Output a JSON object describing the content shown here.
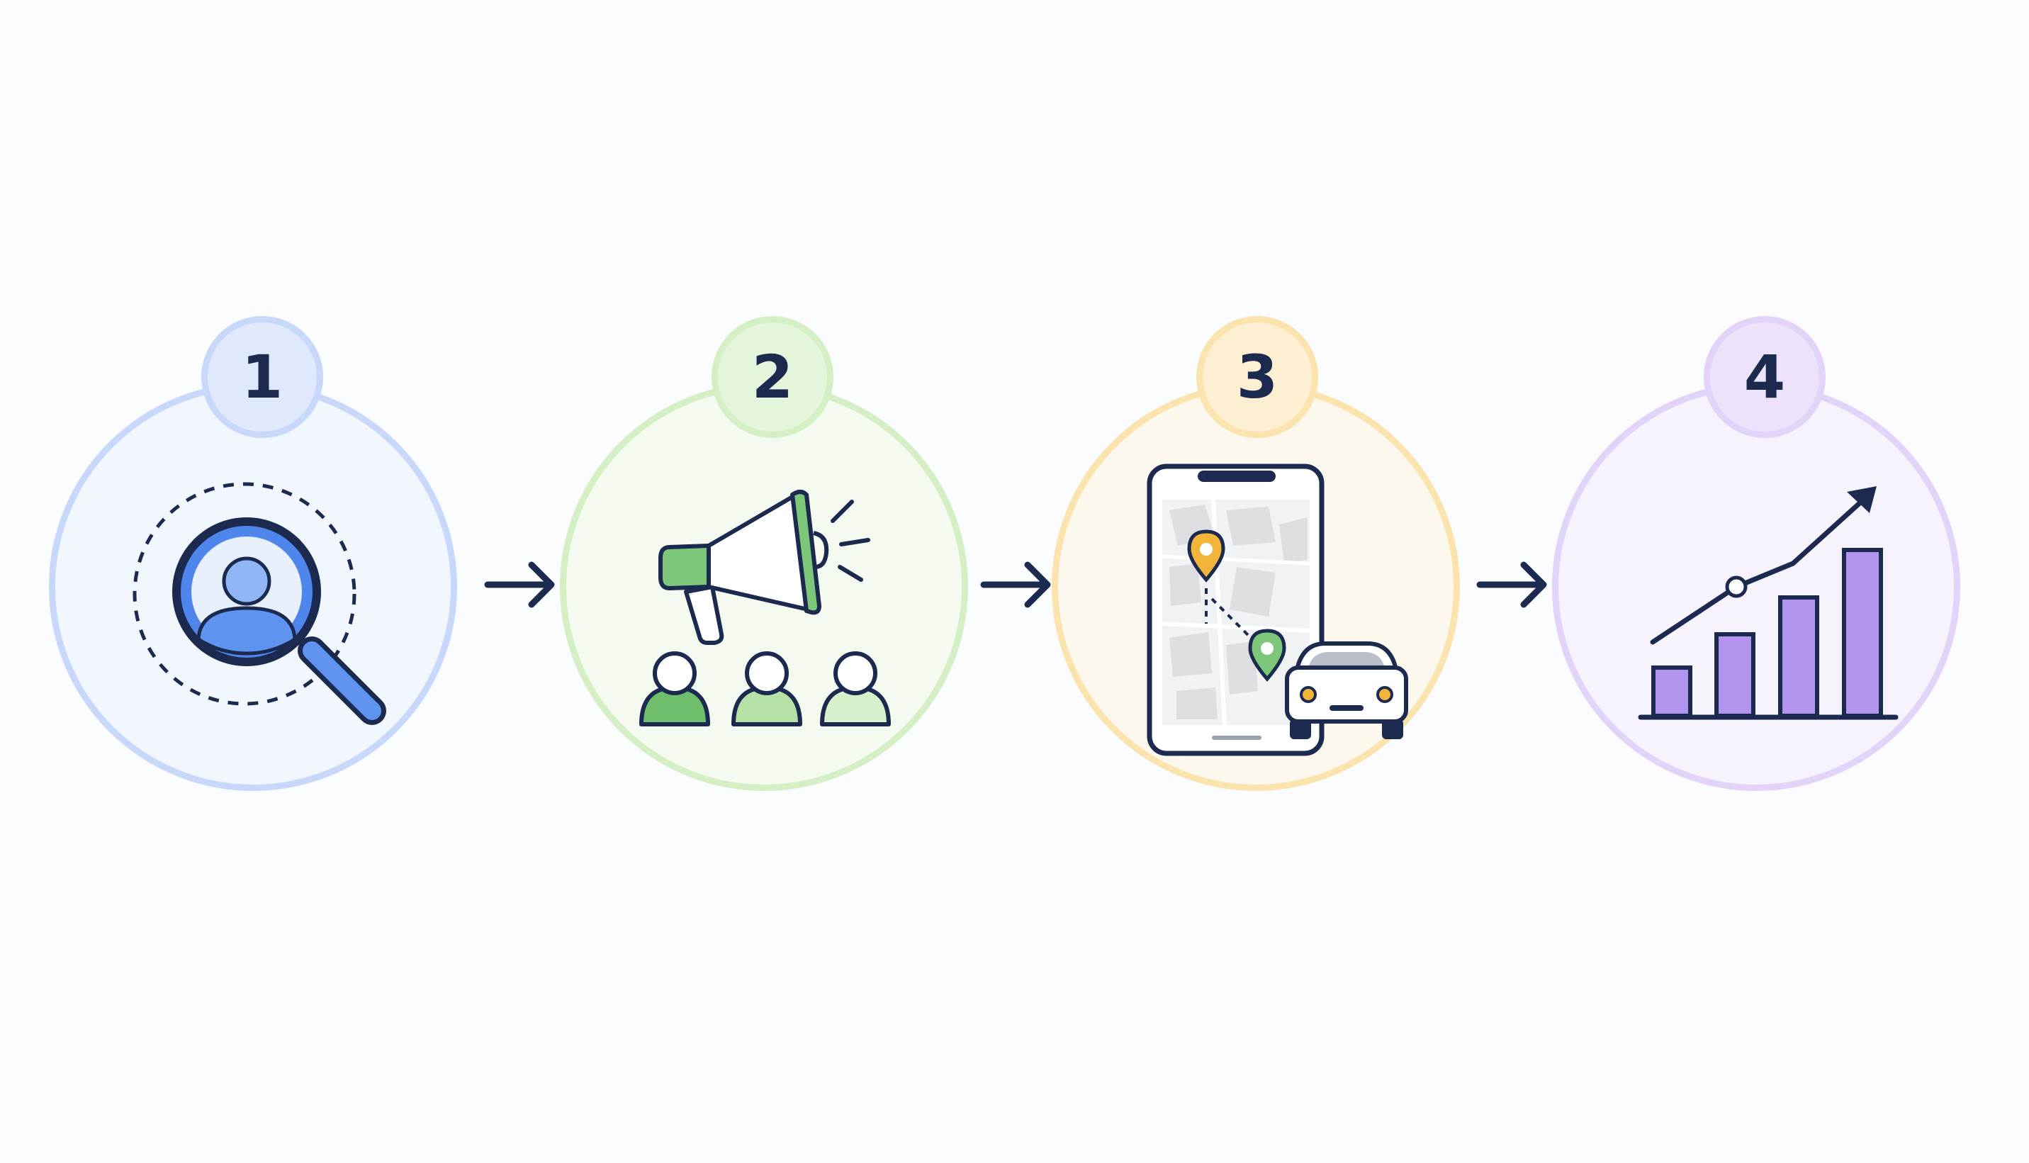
{
  "diagram": {
    "steps": [
      {
        "number": "1",
        "icon": "person-search-icon",
        "accent": "#c7d8fb",
        "fill": "#f2f6fd",
        "badge_fill": "#dfe9fb"
      },
      {
        "number": "2",
        "icon": "megaphone-audience-icon",
        "accent": "#d4efc4",
        "fill": "#f4faf0",
        "badge_fill": "#e5f5dc"
      },
      {
        "number": "3",
        "icon": "phone-map-car-icon",
        "accent": "#fbe3ad",
        "fill": "#fdf8ee",
        "badge_fill": "#fcefd2"
      },
      {
        "number": "4",
        "icon": "growth-chart-icon",
        "accent": "#e2d3f8",
        "fill": "#f6f3fc",
        "badge_fill": "#ece3fa"
      }
    ],
    "arrow_color": "#1b2a4e"
  }
}
